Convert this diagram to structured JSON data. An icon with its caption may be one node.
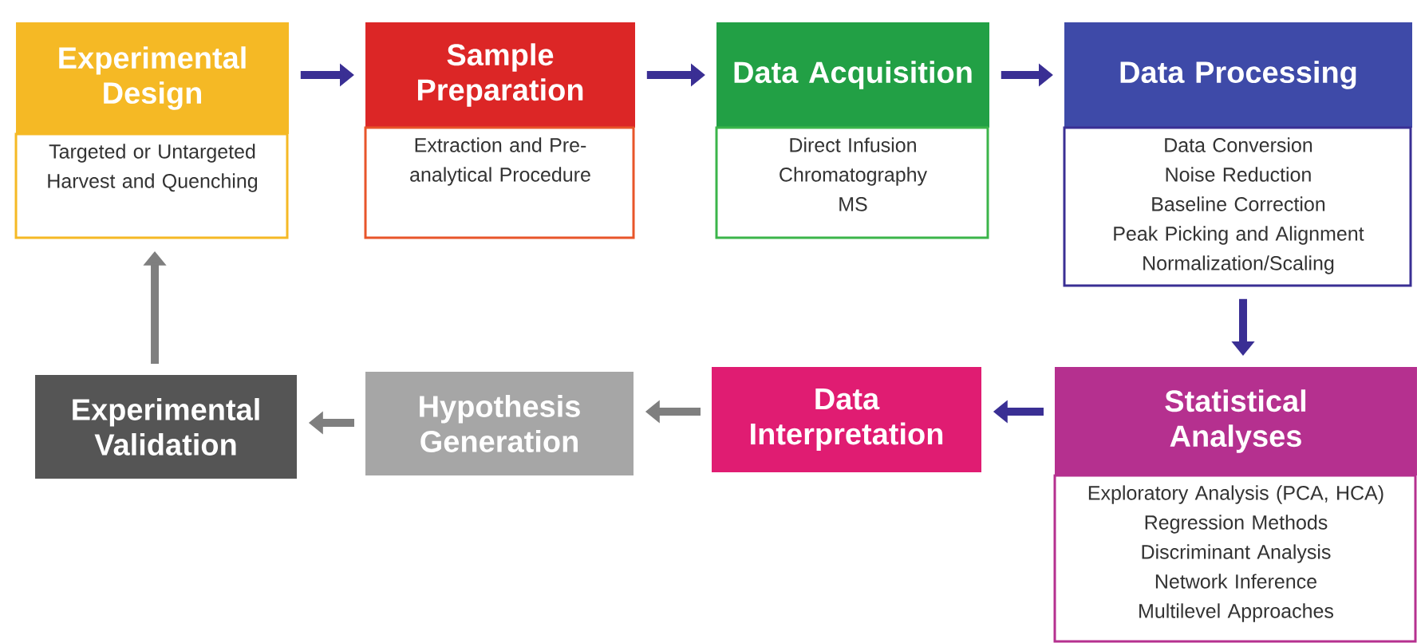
{
  "diagram": {
    "nodes": [
      {
        "text": [
          "Experimental Design",
          "Targeted or Untargeted",
          "Harvest and Quenching"
        ]
      },
      {
        "text": [
          "Sample Preparation",
          "Extraction and Pre-analytical Procedure"
        ]
      },
      {
        "text": [
          "Data Acquisition",
          "Direct Infusion",
          "Chromatography",
          "MS"
        ]
      },
      {
        "text": [
          "Data Processing",
          "Data Conversion",
          "Noise Reduction",
          "Baseline Correction",
          "Peak Picking and  Alignment",
          "Normalization/Scaling"
        ]
      },
      {
        "text": [
          "Statistical Analyses",
          "Exploratory Analysis (PCA, HCA)",
          "Regression Methods",
          "Discriminant Analysis",
          "Network Inference",
          "Multilevel Approaches"
        ]
      },
      {
        "text": [
          "Data Interpretation"
        ]
      },
      {
        "text": [
          "Hypothesis Generation"
        ]
      },
      {
        "text": [
          "Experimental Validation"
        ]
      }
    ],
    "edges": [
      {
        "from": 0,
        "to": 1,
        "arrow": "to"
      },
      {
        "from": 1,
        "to": 2,
        "arrow": "to"
      },
      {
        "from": 2,
        "to": 3,
        "arrow": "to"
      },
      {
        "from": 3,
        "to": 4,
        "arrow": "to"
      },
      {
        "from": 4,
        "to": 5,
        "arrow": "to"
      },
      {
        "from": 5,
        "to": 6,
        "arrow": "to",
        "color": "#7f7f7f"
      },
      {
        "from": 6,
        "to": 7,
        "arrow": "to",
        "color": "#7f7f7f"
      },
      {
        "from": 7,
        "to": 0,
        "arrow": "to",
        "color": "#7f7f7f"
      }
    ]
  }
}
